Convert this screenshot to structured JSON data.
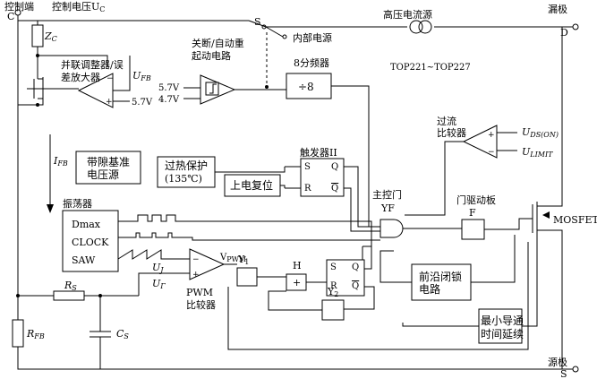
{
  "labels": {
    "control_pin": "C",
    "control_end": "控制端",
    "control_voltage": "控制电压U",
    "control_voltage_sub": "C",
    "drain": "漏极",
    "drain_pin": "D",
    "source": "源极",
    "source_pin": "S",
    "hv_source": "高压电流源",
    "switch_s": "S",
    "internal_supply": "内部电源",
    "shutdown_1": "关断/自动重",
    "shutdown_2": "起动电路",
    "div8_title": "8分频器",
    "div8_text": "÷8",
    "model": "TOP221~TOP227",
    "zc": "Z",
    "zc_sub": "C",
    "shunt_1": "并联调整器/误",
    "shunt_2": "差放大器",
    "ufb": "U",
    "ufb_sub": "FB",
    "v57a": "5.7V",
    "v57b": "5.7V",
    "v47": "4.7V",
    "ifb": "I",
    "ifb_sub": "FB",
    "bandgap_1": "带隙基准",
    "bandgap_2": "电压源",
    "thermal_1": "过热保护",
    "thermal_2": "(135℃)",
    "flipflop_2": "触发器II",
    "reset_power": "上电复位",
    "oc_1": "过流",
    "oc_2": "比较器",
    "uds": "U",
    "uds_sub": "DS(ON)",
    "ulimit": "U",
    "ulimit_sub": "LIMIT",
    "main_gate": "主控门",
    "yf": "YF",
    "gate_driver": "门驱动板",
    "f": "F",
    "mosfet": "MOSFET",
    "oscillator": "振荡器",
    "dmax": "Dmax",
    "clock": "CLOCK",
    "saw": "SAW",
    "uj": "U",
    "uj_sub": "J",
    "ur": "U",
    "ur_sub": "Γ",
    "vpwm": "V",
    "vpwm_sub": "PWM",
    "pwm_1": "PWM",
    "pwm_2": "比较器",
    "y1": "Y",
    "y1_sub": "1",
    "y2": "Y",
    "y2_sub": "2",
    "h": "H",
    "plus": "+",
    "rs": "R",
    "rs_sub": "S",
    "rfb": "R",
    "rfb_sub": "FB",
    "cs": "C",
    "cs_sub": "S",
    "leb_1": "前沿闭锁",
    "leb_2": "电路",
    "mintime_1": "最小导通",
    "mintime_2": "时间延续",
    "ff_s": "S",
    "ff_r": "R",
    "ff_q": "Q",
    "ff_qbar": "Q",
    "opamp_plus": "+",
    "opamp_minus": "−"
  }
}
